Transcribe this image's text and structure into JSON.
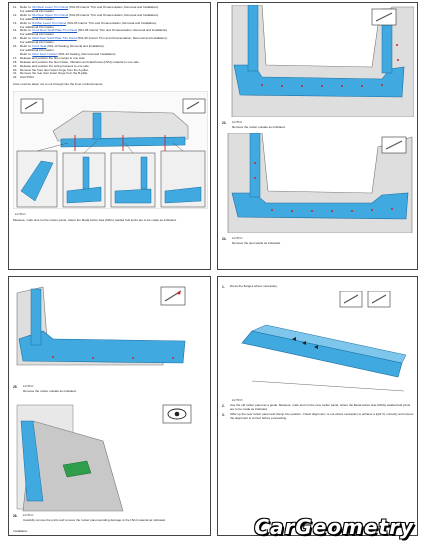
{
  "page1": {
    "steps": [
      {
        "n": "11.",
        "text": "Refer to: ",
        "link": "RH Rear Lower Trim Panel",
        "rest": " (501-05 Interior Trim and Ornamentation, Removal and Installation)."
      },
      {
        "n": "",
        "text": "For additional information.",
        "link": "",
        "rest": ""
      },
      {
        "n": "12.",
        "text": "Refer to: ",
        "link": "RH Rear Upper Trim Panel",
        "rest": " (501-05 Interior Trim and Ornamentation, Removal and Installation)."
      },
      {
        "n": "",
        "text": "For additional information.",
        "link": "",
        "rest": ""
      },
      {
        "n": "13.",
        "text": "Refer to: ",
        "link": "B-Pillar Lower Trim Panel",
        "rest": " (501-05 Interior Trim and Ornamentation, Removal and Installation)."
      },
      {
        "n": "",
        "text": "For additional information.",
        "link": "",
        "rest": ""
      },
      {
        "n": "14.",
        "text": "Refer to: ",
        "link": "Front Door Scuff Plate Trim Panel",
        "rest": " (501-05 Interior Trim and Ornamentation, Removal and Installation)."
      },
      {
        "n": "",
        "text": "For additional information.",
        "link": "",
        "rest": ""
      },
      {
        "n": "15.",
        "text": "Refer to: ",
        "link": "Rear Door Scuff Plate Trim Panel",
        "rest": " (501-05 Interior Trim and Ornamentation, Removal and Installation)."
      },
      {
        "n": "",
        "text": "For additional information.",
        "link": "",
        "rest": ""
      },
      {
        "n": "16.",
        "text": "Refer to: ",
        "link": "Front Seat",
        "rest": " (501-10 Seating, Removal and Installation)."
      },
      {
        "n": "",
        "text": "For additional information.",
        "link": "",
        "rest": ""
      },
      {
        "n": "",
        "text": "Refer to: ",
        "link": "Rear Seat Cushion",
        "rest": " (501-10 Seating, Removal and Installation)."
      },
      {
        "n": "17.",
        "text": "Release and position the floor carpet to one side.",
        "link": "",
        "rest": ""
      },
      {
        "n": "18.",
        "text": "Release and position the floor Noise, Vibration and Harshness (NVH) material to one side.",
        "link": "",
        "rest": ""
      },
      {
        "n": "19.",
        "text": "Release and position the wiring harness to one side.",
        "link": "",
        "rest": ""
      },
      {
        "n": "20.",
        "text": "Remove the front door lower hinge from the A-pillar.",
        "link": "",
        "rest": ""
      },
      {
        "n": "21.",
        "text": "Remove the rear door lower hinge from the B-pillar.",
        "link": "",
        "rest": ""
      },
      {
        "n": "22.",
        "text": "CAUTION:",
        "link": "",
        "rest": ""
      }
    ],
    "caution": "Care must be taken not to cut through into the inner reinforcements.",
    "figure_ref": "E178810",
    "caption": "Measure, mark and cut the rocker panel, where the Metal Active Gas (MAG) welded butt joints are to be made as indicated."
  },
  "page2": {
    "step23_num": "23.",
    "step23_ref": "E178811",
    "step23_text": "Remove the rocker outside as indicated.",
    "step24_num": "24.",
    "step24_ref": "E178812",
    "step24_text": "Remove the spot welds as indicated."
  },
  "page3": {
    "step25_num": "25.",
    "step25_ref": "E178813",
    "step25_text": "Remove the rocker outside as indicated.",
    "step26_num": "26.",
    "step26_ref": "E178814",
    "step26_text": "Carefully remove the joints and remove the rocker panel avoiding damage to the NVH material as indicated.",
    "section": "Installation"
  },
  "page4": {
    "step1_num": "1.",
    "step1_text": "Dress the flanges where necessary.",
    "fig_ref": "E178815",
    "step2_num": "2.",
    "step2_text": "Use the old rocker panel as a guide. Measure, mark and cut the new rocker panel, where the Metal Active Gas (MAG) welded butt joints are to be made as indicated.",
    "step3_num": "3.",
    "step3_text": "Offer up the new rocker panel and clamp into position. Check alignment, re-cut where necessary to achieve a tight fit, correctly and ensure the alignment is correct before proceeding."
  },
  "watermark": "CarGeometry",
  "colors": {
    "panel_blue": "#3fa9e0",
    "body_grey": "#d9d9d9",
    "weld_red": "#c62828",
    "link_blue": "#1a55c8"
  }
}
